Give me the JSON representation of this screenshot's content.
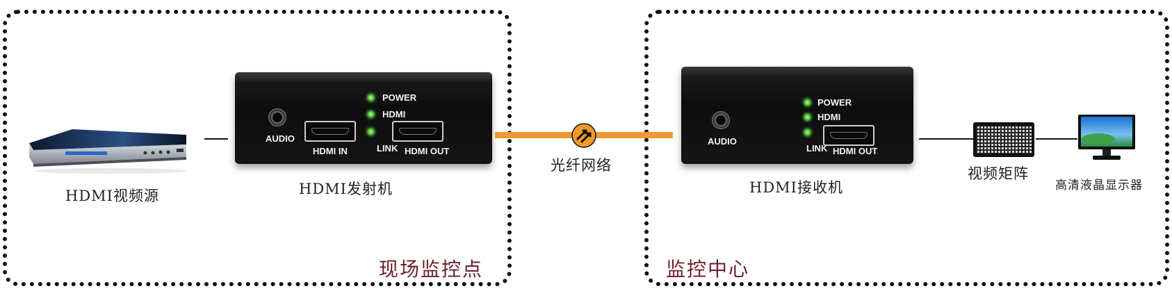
{
  "zones": {
    "left": "现场监控点",
    "right": "监控中心"
  },
  "captions": {
    "source": "HDMI视频源",
    "transmitter": "HDMI发射机",
    "fiber": "光纤网络",
    "receiver": "HDMI接收机",
    "matrix": "视频矩阵",
    "monitor": "高清液晶显示器"
  },
  "transmitter": {
    "audio": "AUDIO",
    "hdmi_in": "HDMI IN",
    "hdmi_out": "HDMI OUT",
    "led_power": "POWER",
    "led_hdmi": "HDMI",
    "led_link": "LINK"
  },
  "receiver": {
    "audio": "AUDIO",
    "hdmi_out": "HDMI OUT",
    "led_power": "POWER",
    "led_hdmi": "HDMI",
    "led_link": "LINK"
  },
  "colors": {
    "fiber": "#f19a2d",
    "zone_label": "#6b1f2a",
    "led": "#3fb02e"
  }
}
